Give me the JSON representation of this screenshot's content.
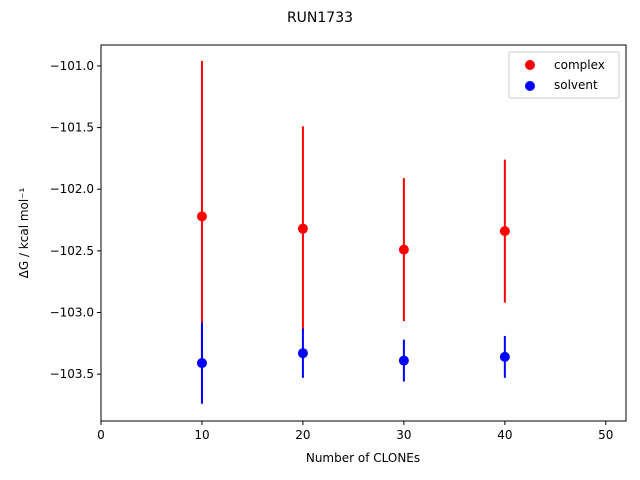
{
  "chart_data": {
    "type": "scatter",
    "title": "RUN1733",
    "xlabel": "Number of CLONEs",
    "ylabel": "ΔG / kcal mol⁻¹",
    "xlim": [
      0,
      52
    ],
    "ylim": [
      -103.88,
      -100.83
    ],
    "xticks": [
      0,
      10,
      20,
      30,
      40,
      50
    ],
    "yticks": [
      -101.0,
      -101.5,
      -102.0,
      -102.5,
      -103.0,
      -103.5
    ],
    "ytick_labels": [
      "−101.0",
      "−101.5",
      "−102.0",
      "−102.5",
      "−103.0",
      "−103.5"
    ],
    "legend_position": "top-right",
    "series": [
      {
        "name": "complex",
        "color": "#ff0000",
        "x": [
          10,
          20,
          30,
          40
        ],
        "y": [
          -102.22,
          -102.32,
          -102.49,
          -102.34
        ],
        "yerr": [
          1.26,
          0.83,
          0.58,
          0.58
        ]
      },
      {
        "name": "solvent",
        "color": "#0000ff",
        "x": [
          10,
          20,
          30,
          40
        ],
        "y": [
          -103.41,
          -103.33,
          -103.39,
          -103.36
        ],
        "yerr": [
          0.33,
          0.2,
          0.17,
          0.17
        ]
      }
    ]
  }
}
